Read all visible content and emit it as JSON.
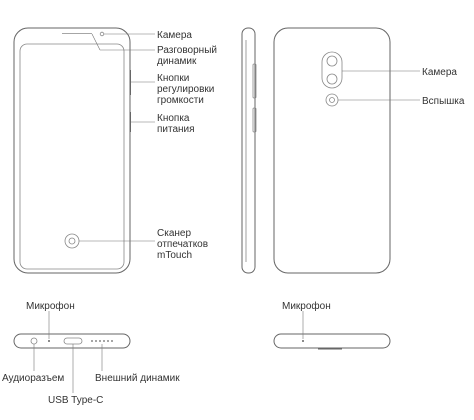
{
  "labels": {
    "camera_front": "Камера",
    "earpiece_line1": "Разговорный",
    "earpiece_line2": "динамик",
    "volume_line1": "Кнопки",
    "volume_line2": "регулировки",
    "volume_line3": "громкости",
    "power_line1": "Кнопка",
    "power_line2": "питания",
    "scanner_line1": "Сканер",
    "scanner_line2": "отпечатков",
    "scanner_line3": "mTouch",
    "camera_back": "Камера",
    "flash": "Вспышка",
    "mic_bottom": "Микрофон",
    "mic_top": "Микрофон",
    "audio_jack": "Аудиоразъем",
    "usb": "USB Type-C",
    "speaker": "Внешний динамик"
  }
}
